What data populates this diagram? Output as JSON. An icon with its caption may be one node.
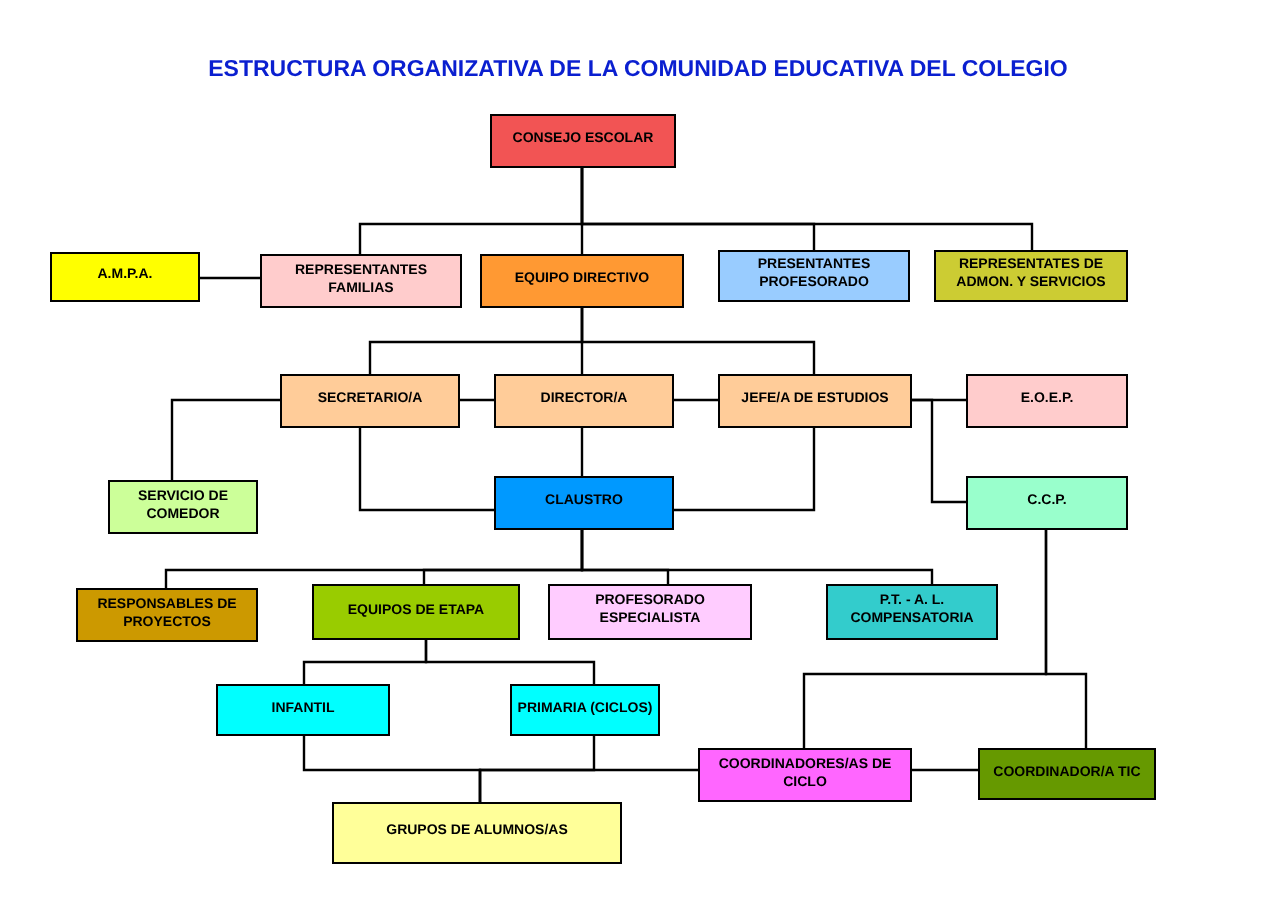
{
  "diagram": {
    "title": "ESTRUCTURA ORGANIZATIVA DE LA COMUNIDAD EDUCATIVA DEL COLEGIO",
    "nodes": [
      {
        "text": [
          "CONSEJO ESCOLAR"
        ]
      },
      {
        "text": [
          "A.M.P.A."
        ]
      },
      {
        "text": [
          "REPRESENTANTES FAMILIAS"
        ]
      },
      {
        "text": [
          "EQUIPO DIRECTIVO"
        ]
      },
      {
        "text": [
          "PRESENTANTES PROFESORADO"
        ]
      },
      {
        "text": [
          "REPRESENTATES DE ADMON. Y SERVICIOS"
        ]
      },
      {
        "text": [
          "SECRETARIO/A"
        ]
      },
      {
        "text": [
          "DIRECTOR/A"
        ]
      },
      {
        "text": [
          "JEFE/A DE ESTUDIOS"
        ]
      },
      {
        "text": [
          "E.O.E.P."
        ]
      },
      {
        "text": [
          "SERVICIO DE COMEDOR"
        ]
      },
      {
        "text": [
          "CLAUSTRO"
        ]
      },
      {
        "text": [
          "C.C.P."
        ]
      },
      {
        "text": [
          "RESPONSABLES DE PROYECTOS"
        ]
      },
      {
        "text": [
          "EQUIPOS DE ETAPA"
        ]
      },
      {
        "text": [
          "PROFESORADO ESPECIALISTA"
        ]
      },
      {
        "text": [
          "P.T. - A. L. COMPENSATORIA"
        ]
      },
      {
        "text": [
          "INFANTIL"
        ]
      },
      {
        "text": [
          "PRIMARIA (CICLOS)"
        ]
      },
      {
        "text": [
          "COORDINADORES/AS DE CICLO"
        ]
      },
      {
        "text": [
          "COORDINADOR/A TIC"
        ]
      },
      {
        "text": [
          "GRUPOS DE ALUMNOS/AS"
        ]
      }
    ],
    "edges": [
      {
        "from": 0,
        "to": 2,
        "arrow": "none"
      },
      {
        "from": 0,
        "to": 3,
        "arrow": "none"
      },
      {
        "from": 0,
        "to": 4,
        "arrow": "none"
      },
      {
        "from": 0,
        "to": 5,
        "arrow": "none"
      },
      {
        "from": 1,
        "to": 2,
        "arrow": "none"
      },
      {
        "from": 3,
        "to": 6,
        "arrow": "none"
      },
      {
        "from": 3,
        "to": 7,
        "arrow": "none"
      },
      {
        "from": 3,
        "to": 8,
        "arrow": "none"
      },
      {
        "from": 6,
        "to": 7,
        "arrow": "none"
      },
      {
        "from": 7,
        "to": 8,
        "arrow": "none"
      },
      {
        "from": 6,
        "to": 10,
        "arrow": "none"
      },
      {
        "from": 6,
        "to": 11,
        "arrow": "none"
      },
      {
        "from": 7,
        "to": 11,
        "arrow": "none"
      },
      {
        "from": 8,
        "to": 11,
        "arrow": "none"
      },
      {
        "from": 8,
        "to": 9,
        "arrow": "none"
      },
      {
        "from": 8,
        "to": 12,
        "arrow": "none"
      },
      {
        "from": 11,
        "to": 13,
        "arrow": "none"
      },
      {
        "from": 11,
        "to": 14,
        "arrow": "none"
      },
      {
        "from": 11,
        "to": 15,
        "arrow": "none"
      },
      {
        "from": 11,
        "to": 16,
        "arrow": "none"
      },
      {
        "from": 14,
        "to": 17,
        "arrow": "none"
      },
      {
        "from": 14,
        "to": 18,
        "arrow": "none"
      },
      {
        "from": 17,
        "to": 21,
        "arrow": "none"
      },
      {
        "from": 18,
        "to": 21,
        "arrow": "none"
      },
      {
        "from": 19,
        "to": 21,
        "arrow": "none"
      },
      {
        "from": 19,
        "to": 20,
        "arrow": "none"
      },
      {
        "from": 12,
        "to": 19,
        "arrow": "none"
      },
      {
        "from": 12,
        "to": 20,
        "arrow": "none"
      }
    ]
  }
}
